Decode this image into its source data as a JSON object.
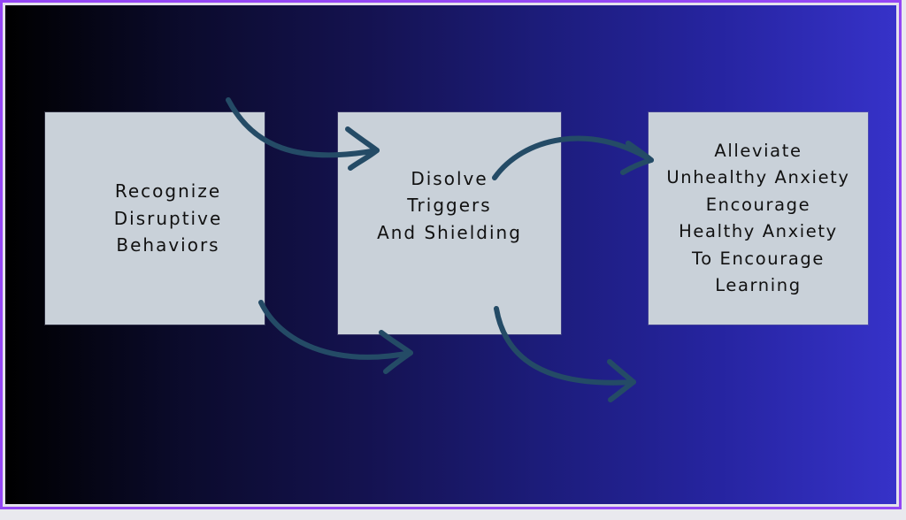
{
  "diagram": {
    "type": "process-flow",
    "steps": [
      {
        "id": "step-1",
        "label": "Recognize\nDisruptive\nBehaviors"
      },
      {
        "id": "step-2",
        "label": "Disolve\nTriggers\nAnd Shielding"
      },
      {
        "id": "step-3",
        "label": "Alleviate\nUnhealthy Anxiety\nEncourage\nHealthy Anxiety\nTo Encourage\nLearning"
      }
    ],
    "arrows": [
      {
        "id": "arrow-1-2-top",
        "from": "step-1",
        "to": "step-2"
      },
      {
        "id": "arrow-1-2-bottom",
        "from": "step-1",
        "to": "step-2"
      },
      {
        "id": "arrow-2-3-top",
        "from": "step-2",
        "to": "step-3"
      },
      {
        "id": "arrow-2-out-bottom",
        "from": "step-2",
        "to": null
      }
    ],
    "colors": {
      "frame": "#9447f5",
      "gradient_start": "#000000",
      "gradient_end": "#3632c9",
      "box_fill": "#c9d1d9",
      "arrow": "#244b66",
      "text": "#111111"
    }
  }
}
